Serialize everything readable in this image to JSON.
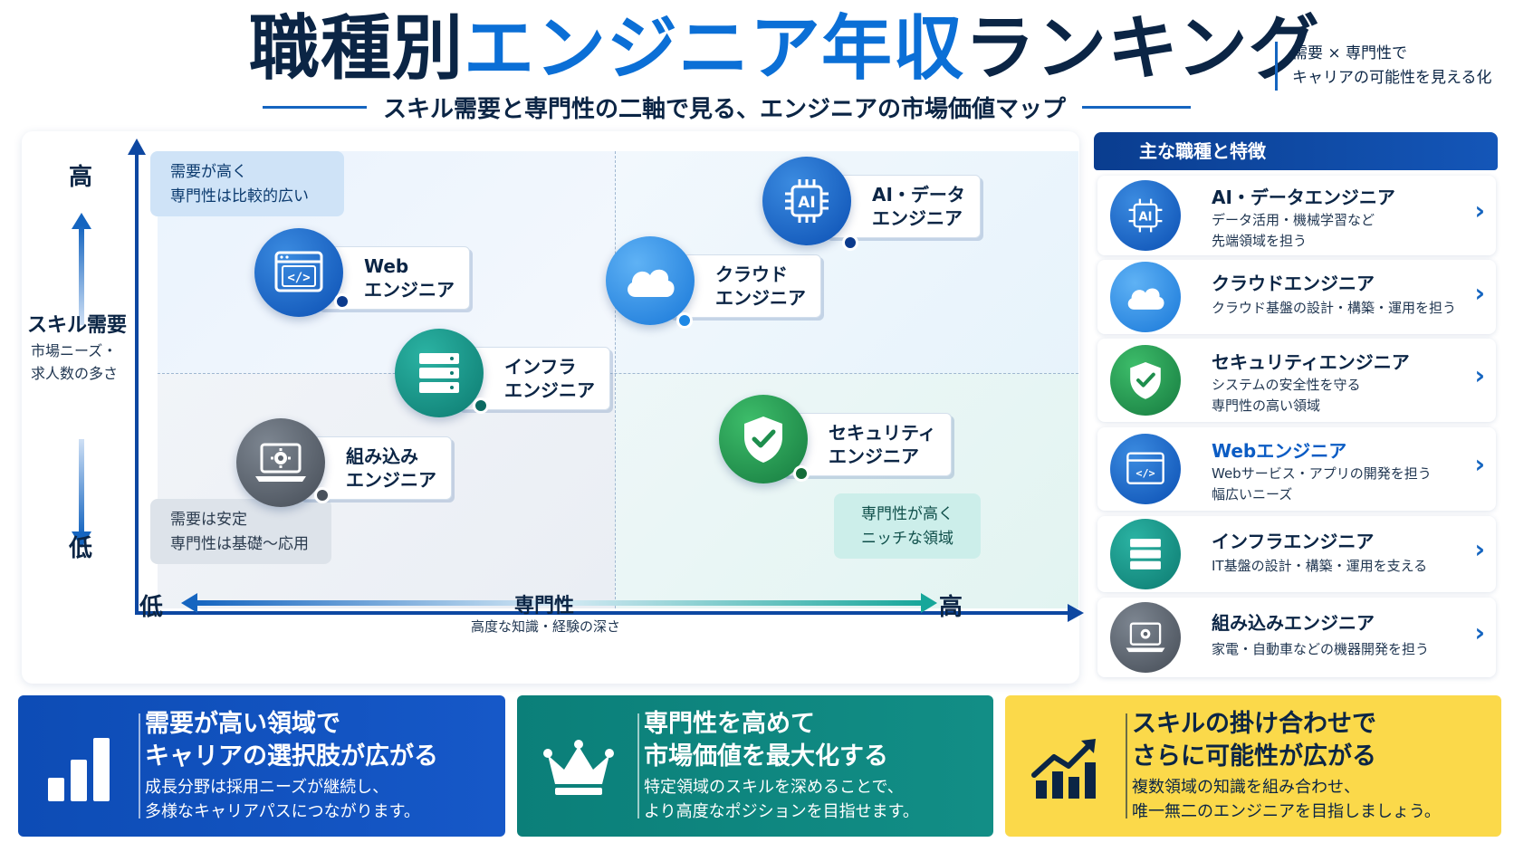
{
  "header": {
    "title_part1": "職種別",
    "title_part2": "エンジニア年収",
    "title_part3": "ランキング",
    "subtitle": "スキル需要と専門性の二軸で見る、エンジニアの市場価値マップ",
    "tagline_line1": "需要 × 専門性で",
    "tagline_line2": "キャリアの可能性を見える化",
    "colors": {
      "dark": "#0b2545",
      "accent": "#0b6fd6"
    }
  },
  "diagram": {
    "y_axis": {
      "high": "高",
      "low": "低",
      "title": "スキル需要",
      "desc_line1": "市場ニーズ・",
      "desc_line2": "求人数の多さ"
    },
    "x_axis": {
      "low": "低",
      "high": "高",
      "title": "専門性",
      "desc": "高度な知識・経験の深さ"
    },
    "quadrant_notes": {
      "top_left": {
        "line1": "需要が高く",
        "line2": "専門性は比較的広い"
      },
      "bottom_left": {
        "line1": "需要は安定",
        "line2": "専門性は基礎〜応用"
      },
      "bottom_right": {
        "line1": "専門性が高く",
        "line2": "ニッチな領域"
      }
    },
    "nodes": {
      "ai": {
        "line1": "AI・データ",
        "line2": "エンジニア",
        "icon": "ai-chip-icon",
        "color": "#0b4fb3"
      },
      "web": {
        "line1": "Web",
        "line2": "エンジニア",
        "icon": "code-window-icon",
        "color": "#0b4fb3"
      },
      "cloud": {
        "line1": "クラウド",
        "line2": "エンジニア",
        "icon": "cloud-icon",
        "color": "#1877d8"
      },
      "infra": {
        "line1": "インフラ",
        "line2": "エンジニア",
        "icon": "server-icon",
        "color": "#0c7a70"
      },
      "embedded": {
        "line1": "組み込み",
        "line2": "エンジニア",
        "icon": "laptop-gear-icon",
        "color": "#454c56"
      },
      "security": {
        "line1": "セキュリティ",
        "line2": "エンジニア",
        "icon": "shield-check-icon",
        "color": "#167a3f"
      }
    }
  },
  "job_list": {
    "header": "主な職種と特徴",
    "items": [
      {
        "name": "AI・データエンジニア",
        "desc_line1": "データ活用・機械学習など",
        "desc_line2": "先端領域を担う",
        "icon": "ai-chip-icon"
      },
      {
        "name": "クラウドエンジニア",
        "desc_line1": "クラウド基盤の設計・構築・運用を担う",
        "desc_line2": "",
        "icon": "cloud-icon"
      },
      {
        "name": "セキュリティエンジニア",
        "desc_line1": "システムの安全性を守る",
        "desc_line2": "専門性の高い領域",
        "icon": "shield-check-icon"
      },
      {
        "name": "Webエンジニア",
        "desc_line1": "Webサービス・アプリの開発を担う",
        "desc_line2": "幅広いニーズ",
        "icon": "code-window-icon"
      },
      {
        "name": "インフラエンジニア",
        "desc_line1": "IT基盤の設計・構築・運用を支える",
        "desc_line2": "",
        "icon": "server-icon"
      },
      {
        "name": "組み込みエンジニア",
        "desc_line1": "家電・自動車などの機器開発を担う",
        "desc_line2": "",
        "icon": "laptop-gear-icon"
      }
    ]
  },
  "banners": [
    {
      "head_line1": "需要が高い領域で",
      "head_line2": "キャリアの選択肢が広がる",
      "desc_line1": "成長分野は採用ニーズが継続し、",
      "desc_line2": "多様なキャリアパスにつながります。",
      "icon": "bar-chart-icon",
      "color": "#0d4cb5"
    },
    {
      "head_line1": "専門性を高めて",
      "head_line2": "市場価値を最大化する",
      "desc_line1": "特定領域のスキルを深めることで、",
      "desc_line2": "より高度なポジションを目指せます。",
      "icon": "crown-icon",
      "color": "#0b7f79"
    },
    {
      "head_line1": "スキルの掛け合わせで",
      "head_line2": "さらに可能性が広がる",
      "desc_line1": "複数領域の知識を組み合わせ、",
      "desc_line2": "唯一無二のエンジニアを目指しましょう。",
      "icon": "growth-chart-icon",
      "color": "#fbd94a"
    }
  ]
}
